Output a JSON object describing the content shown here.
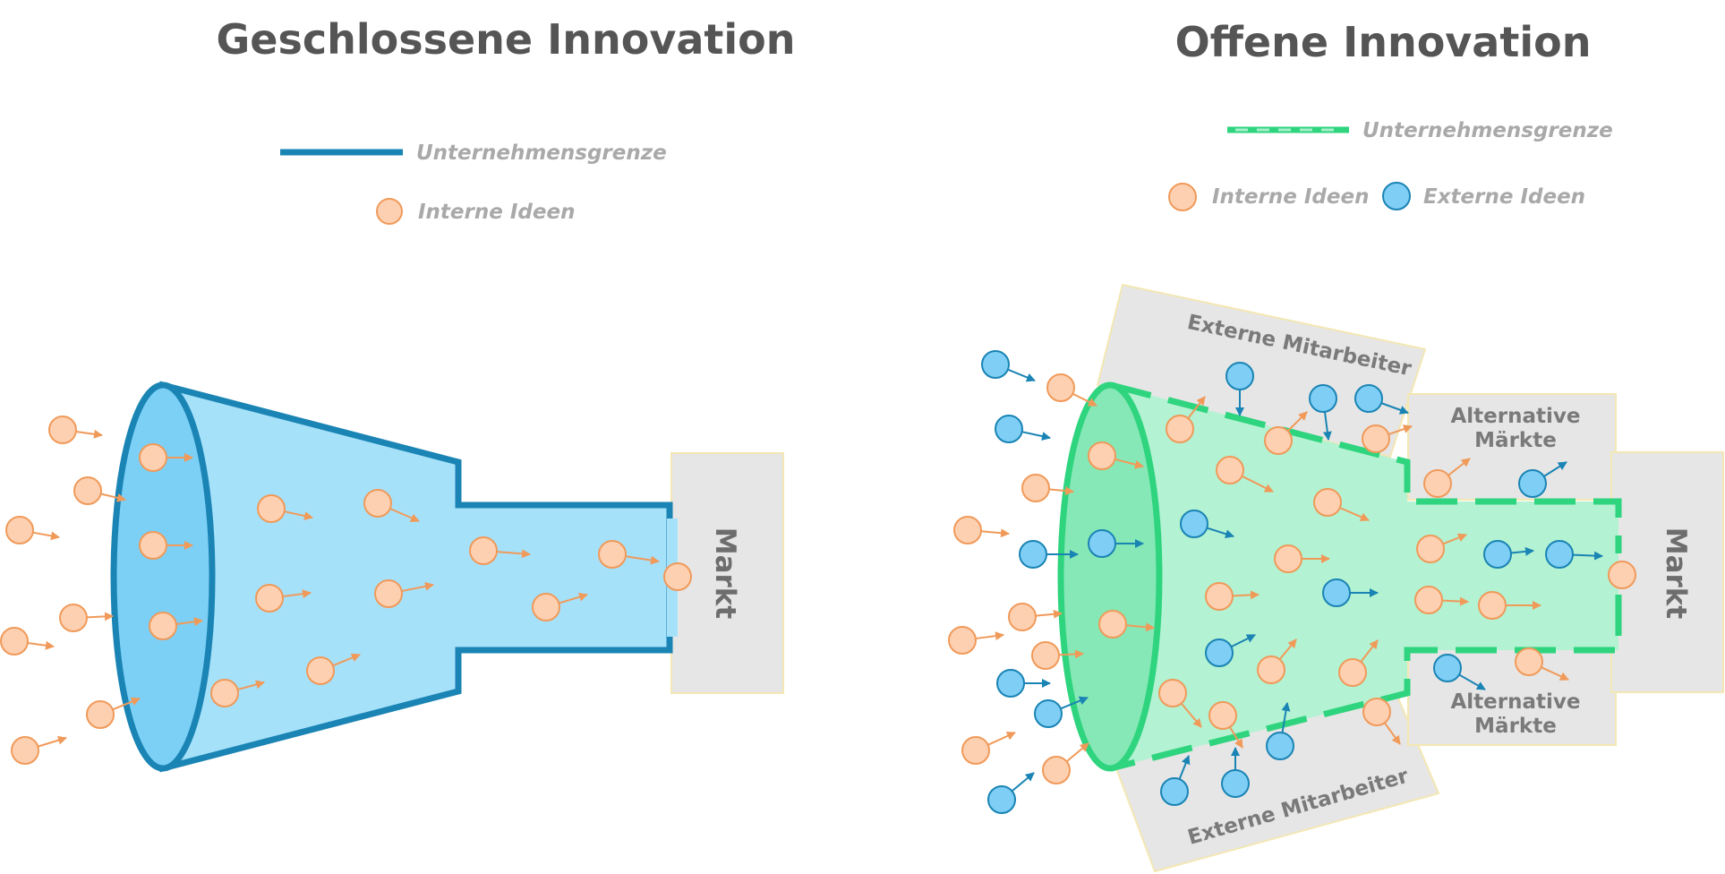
{
  "closed": {
    "title": "Geschlossene Innovation",
    "legend_boundary": "Unternehmensgrenze",
    "legend_internal": "Interne Ideen",
    "market": "Markt"
  },
  "open": {
    "title": "Offene Innovation",
    "legend_boundary": "Unternehmensgrenze",
    "legend_internal": "Interne Ideen",
    "legend_external": "Externe Ideen",
    "external_staff_top": "Externe Mitarbeiter",
    "external_staff_bottom": "Externe Mitarbeiter",
    "alt_markets_top_line1": "Alternative",
    "alt_markets_top_line2": "Märkte",
    "alt_markets_bottom_line1": "Alternative",
    "alt_markets_bottom_line2": "Märkte",
    "market": "Markt"
  },
  "colors": {
    "title": "#555555",
    "legend_text": "#a9a9a9",
    "closed_boundary": "#1a84b4",
    "closed_fill": "#a6e1fa",
    "closed_mouth": "#7cd0f6",
    "open_boundary": "#2fd47e",
    "open_fill": "#b3f2d2",
    "open_mouth": "#86e8b6",
    "box_fill": "#e6e6e6",
    "box_border": "#f3e7b3",
    "internal_idea": "#fdd0b1",
    "internal_idea_stroke": "#f09a5a",
    "external_idea": "#7fcef5",
    "external_idea_stroke": "#1a84b4"
  }
}
